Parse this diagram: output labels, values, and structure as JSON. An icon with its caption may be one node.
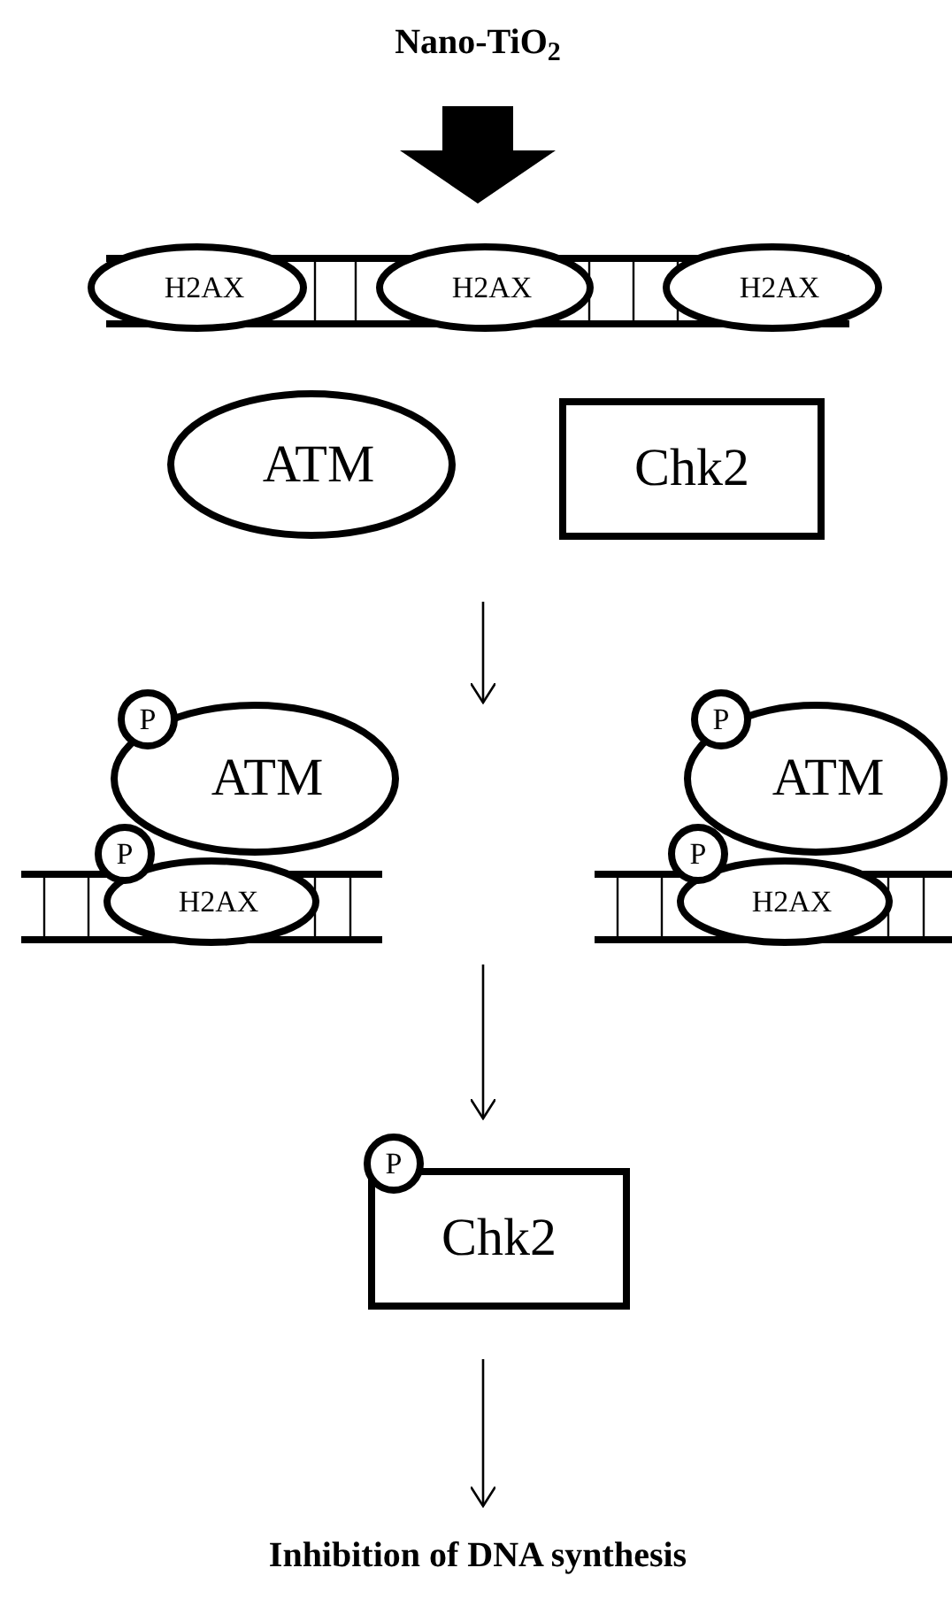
{
  "diagram": {
    "nodes": [
      {
        "text": [
          "Nano-TiO$_{2}$"
        ]
      },
      {
        "text": [
          "H2AX"
        ]
      },
      {
        "text": [
          "H2AX"
        ]
      },
      {
        "text": [
          "H2AX"
        ]
      },
      {
        "text": [
          "ATM"
        ]
      },
      {
        "text": [
          "Chk2"
        ]
      },
      {
        "text": [
          "P"
        ]
      },
      {
        "text": [
          "ATM"
        ]
      },
      {
        "text": [
          "P"
        ]
      },
      {
        "text": [
          "H2AX"
        ]
      },
      {
        "text": [
          "P"
        ]
      },
      {
        "text": [
          "ATM"
        ]
      },
      {
        "text": [
          "P"
        ]
      },
      {
        "text": [
          "H2AX"
        ]
      },
      {
        "text": [
          "P"
        ]
      },
      {
        "text": [
          "Chk2"
        ]
      },
      {
        "text": [
          "Inhibition of DNA synthesis"
        ]
      }
    ],
    "edges": [
      {
        "from": 0,
        "to": 2,
        "arrow": "to",
        "style": "thick"
      },
      {
        "from": null,
        "to": 15,
        "arrow": "to"
      },
      {
        "from": 15,
        "to": 16,
        "arrow": "to"
      }
    ]
  }
}
